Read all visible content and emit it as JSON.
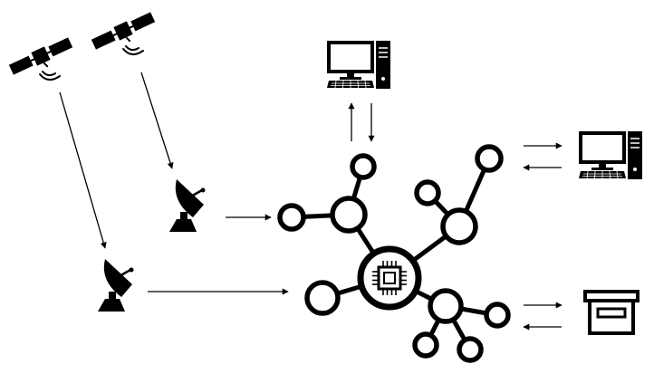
{
  "diagram": {
    "stroke_color": "#000000",
    "background_color": "#ffffff",
    "nodes": [
      {
        "id": "satellite-1",
        "icon": "satellite-icon"
      },
      {
        "id": "satellite-2",
        "icon": "satellite-icon"
      },
      {
        "id": "ground-antenna-1",
        "icon": "satellite-dish-icon"
      },
      {
        "id": "ground-antenna-2",
        "icon": "satellite-dish-icon"
      },
      {
        "id": "central-hub",
        "icon": "processor-chip-icon"
      },
      {
        "id": "workstation-top",
        "icon": "desktop-computer-icon"
      },
      {
        "id": "workstation-right",
        "icon": "desktop-computer-icon"
      },
      {
        "id": "storage-box",
        "icon": "archive-box-icon"
      }
    ],
    "edges": [
      {
        "from": "satellite-1",
        "to": "ground-antenna-2",
        "direction": "one-way"
      },
      {
        "from": "satellite-2",
        "to": "ground-antenna-1",
        "direction": "one-way"
      },
      {
        "from": "ground-antenna-1",
        "to": "central-hub",
        "direction": "one-way"
      },
      {
        "from": "ground-antenna-2",
        "to": "central-hub",
        "direction": "one-way"
      },
      {
        "from": "central-hub",
        "to": "workstation-top",
        "direction": "two-way"
      },
      {
        "from": "central-hub",
        "to": "workstation-right",
        "direction": "two-way"
      },
      {
        "from": "central-hub",
        "to": "storage-box",
        "direction": "two-way"
      }
    ]
  }
}
